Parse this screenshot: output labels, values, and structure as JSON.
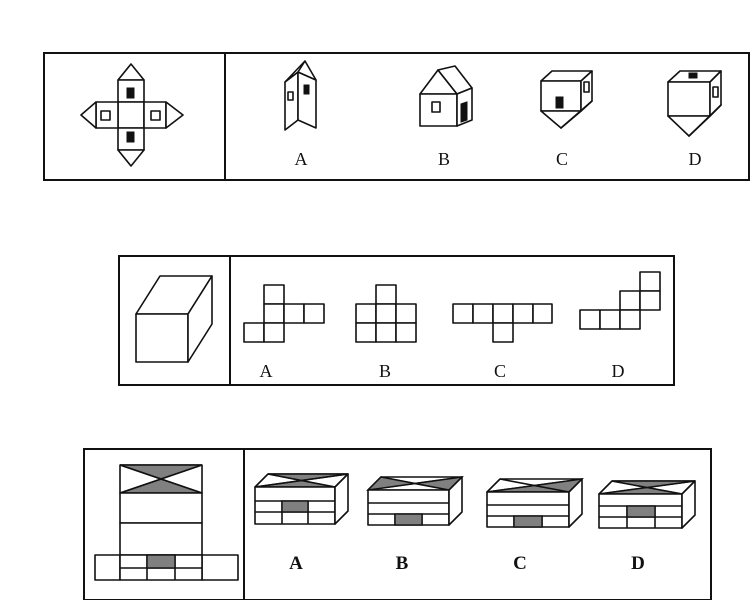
{
  "puzzles": [
    {
      "id": "house-net",
      "options": [
        {
          "label": "A"
        },
        {
          "label": "B"
        },
        {
          "label": "C"
        },
        {
          "label": "D"
        }
      ]
    },
    {
      "id": "cuboid",
      "options": [
        {
          "label": "A"
        },
        {
          "label": "B"
        },
        {
          "label": "C"
        },
        {
          "label": "D"
        }
      ]
    },
    {
      "id": "box",
      "options": [
        {
          "label": "A"
        },
        {
          "label": "B"
        },
        {
          "label": "C"
        },
        {
          "label": "D"
        }
      ]
    }
  ]
}
